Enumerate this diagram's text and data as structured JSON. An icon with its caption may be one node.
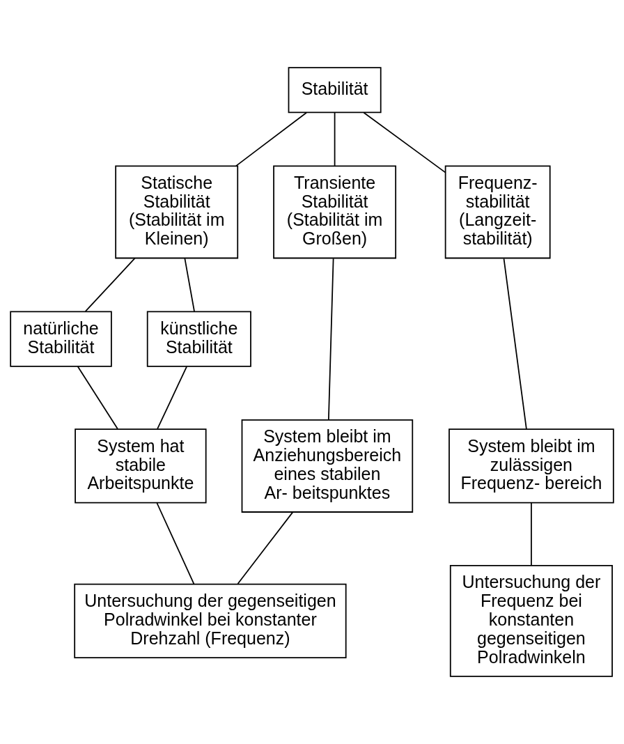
{
  "diagram": {
    "nodes": [
      {
        "text": [
          "Stabilität"
        ]
      },
      {
        "text": [
          "Statische Stabilität (Stabilität im Kleinen)"
        ]
      },
      {
        "text": [
          "Transiente Stabilität (Stabilität im Großen)"
        ]
      },
      {
        "text": [
          "Frequenz- stabilität (Langzeit- stabilität)"
        ]
      },
      {
        "text": [
          "natürliche Stabilität"
        ]
      },
      {
        "text": [
          "künstliche Stabilität"
        ]
      },
      {
        "text": [
          "System hat stabile Arbeitspunkte"
        ]
      },
      {
        "text": [
          "System bleibt im Anziehungsbereich eines stabilen Ar- beitspunktes"
        ]
      },
      {
        "text": [
          "System bleibt im zulässigen Frequenz- bereich"
        ]
      },
      {
        "text": [
          "Untersuchung der gegenseitigen Polradwinkel bei konstanter Drehzahl (Frequenz)"
        ]
      },
      {
        "text": [
          "Untersuchung der Frequenz bei konstanten gegenseitigen Polradwinkeln"
        ]
      }
    ],
    "edges": [
      {
        "from": 0,
        "to": 1,
        "arrow": "none"
      },
      {
        "from": 0,
        "to": 2,
        "arrow": "none"
      },
      {
        "from": 0,
        "to": 3,
        "arrow": "none"
      },
      {
        "from": 1,
        "to": 4,
        "arrow": "none"
      },
      {
        "from": 1,
        "to": 5,
        "arrow": "none"
      },
      {
        "from": 4,
        "to": 6,
        "arrow": "none"
      },
      {
        "from": 5,
        "to": 6,
        "arrow": "none"
      },
      {
        "from": 2,
        "to": 7,
        "arrow": "none"
      },
      {
        "from": 3,
        "to": 8,
        "arrow": "none"
      },
      {
        "from": 6,
        "to": 9,
        "arrow": "none"
      },
      {
        "from": 7,
        "to": 9,
        "arrow": "none"
      },
      {
        "from": 8,
        "to": 10,
        "arrow": "none"
      }
    ]
  }
}
